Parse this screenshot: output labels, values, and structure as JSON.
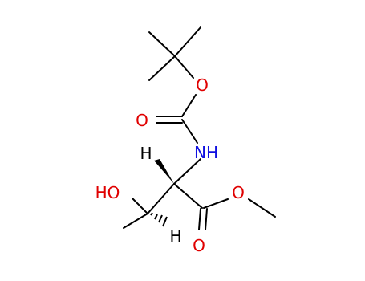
{
  "molecule": {
    "atoms": [
      {
        "id": "O_ether_boc",
        "label": "O",
        "color": "#e00000"
      },
      {
        "id": "O_carbonyl_boc",
        "label": "O",
        "color": "#e00000"
      },
      {
        "id": "N_amide",
        "label": "NH",
        "color": "#1010e0"
      },
      {
        "id": "H_alpha",
        "label": "H",
        "color": "#000000"
      },
      {
        "id": "OH_hydroxyl",
        "label": "HO",
        "color": "#e00000"
      },
      {
        "id": "H_beta",
        "label": "H",
        "color": "#000000"
      },
      {
        "id": "O_ester_single",
        "label": "O",
        "color": "#e00000"
      },
      {
        "id": "O_ester_carbonyl",
        "label": "O",
        "color": "#e00000"
      }
    ],
    "colors": {
      "bond": "#000000",
      "oxygen": "#e00000",
      "nitrogen": "#1010e0"
    }
  }
}
